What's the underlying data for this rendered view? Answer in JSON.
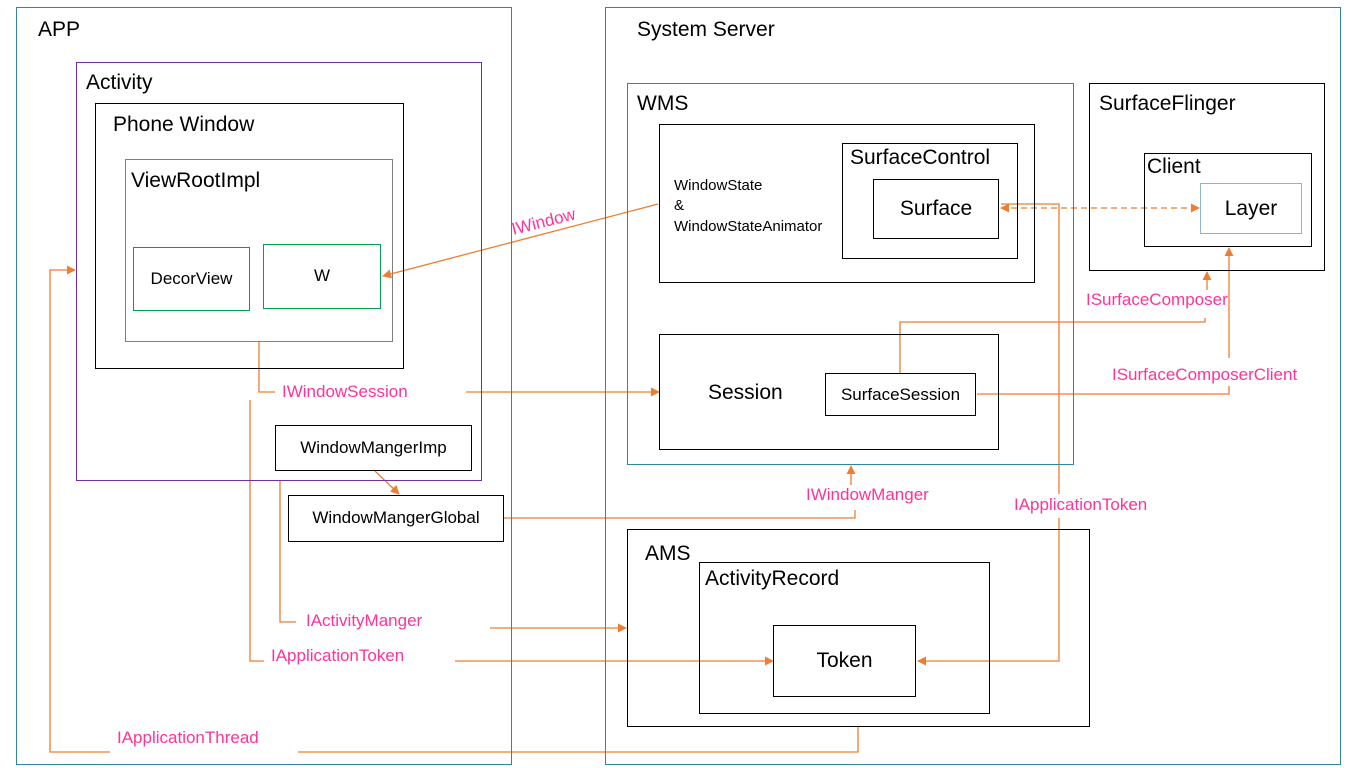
{
  "colors": {
    "container_border": "#31859c",
    "activity_border": "#7030a0",
    "view_border": "#00a050",
    "arrow": "#ed7d31",
    "interface_label": "#ff3399"
  },
  "app": {
    "title": "APP",
    "activity": "Activity",
    "phone_window": "Phone Window",
    "view_root_impl": "ViewRootImpl",
    "decor_view": "DecorView",
    "w": "W",
    "window_manager_imp": "WindowMangerImp",
    "window_manager_global": "WindowMangerGlobal"
  },
  "system_server": {
    "title": "System Server",
    "wms": {
      "title": "WMS",
      "window_state_line1": "WindowState",
      "window_state_line2": "&",
      "window_state_line3": "WindowStateAnimator",
      "surface_control": "SurfaceControl",
      "surface": "Surface",
      "session": "Session",
      "surface_session": "SurfaceSession"
    },
    "surface_flinger": {
      "title": "SurfaceFlinger",
      "client": "Client",
      "layer": "Layer"
    },
    "ams": {
      "title": "AMS",
      "activity_record": "ActivityRecord",
      "token": "Token"
    }
  },
  "interfaces": {
    "iwindow": "IWindow",
    "iwindow_session": "IWindowSession",
    "iwindow_manager": "IWindowManger",
    "iactivity_manager": "IActivityManger",
    "iapplication_token_app": "IApplicationToken",
    "iapplication_token_wms": "IApplicationToken",
    "iapplication_thread": "IApplicationThread",
    "isurface_composer": "ISurfaceComposer",
    "isurface_composer_client": "ISurfaceComposerClient"
  }
}
